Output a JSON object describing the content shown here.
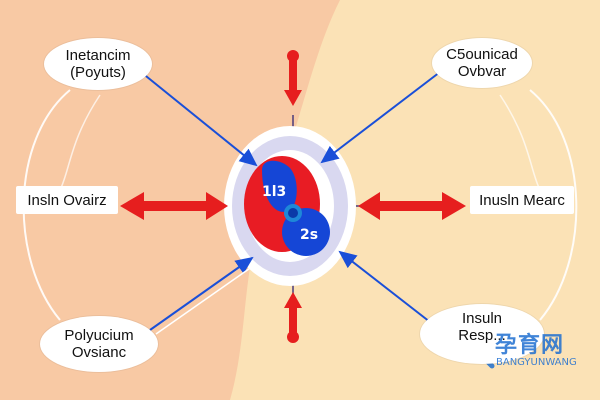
{
  "colors": {
    "bg_left": "#f8c9a4",
    "bg_right": "#fbe2b6",
    "arrow_red": "#e61e1e",
    "arrow_blue": "#1a4fd8",
    "core_red": "#e81c24",
    "core_blue": "#1546d6",
    "halo": "#d9d8f0"
  },
  "center": {
    "top_value": "1l3",
    "bottom_value": "2s"
  },
  "labels": {
    "top_left": "Inetancim\n(Poyuts)",
    "top_right": "C5ounicad\nOvbvar",
    "mid_left": "Insln Ovairz",
    "mid_right": "Inusln Mearc",
    "bottom_left": "Polyucium\nOvsianc",
    "bottom_right": "Insuln\nResp..."
  },
  "watermark": {
    "brand": "孕育网",
    "sub": "BANGYUNWANG",
    "icon": "magnifier-logo-icon"
  }
}
